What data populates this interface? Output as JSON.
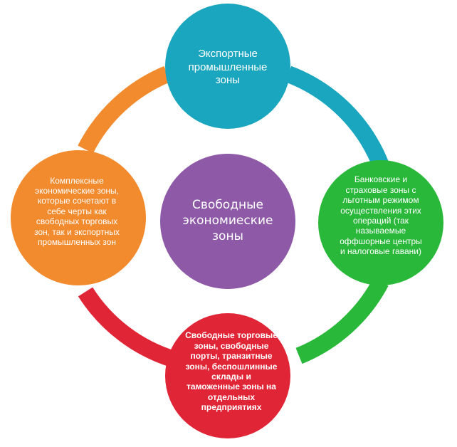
{
  "diagram": {
    "center": {
      "text": "Свободные\nэкономиеские\nзоны",
      "color": "#8e5aa8"
    },
    "top": {
      "text": "Экспортные\nпромышленные\nзоны",
      "color": "#1ba6bf"
    },
    "right": {
      "text": "Банковские и\nстраховые зоны с\nльготным режимом\nосуществления этих\nопераций (так\nназываемые\nоффшорные центры\nи налоговые гавани)",
      "color": "#2ab83a"
    },
    "bottom": {
      "text": "Свободные торговые\nзоны, свободные\nпорты, транзитные\nзоны, беспошлинные\nсклады и\nтаможенные зоны на\nотдельных\nпредприятиях",
      "color": "#e02636"
    },
    "left": {
      "text": "Комплексные\nэкономические зоны,\nкоторые сочетают в\nсебе черты как\nсвободных торговых\nзон, так и экспортных\nпромышленных  зон",
      "color": "#f28a2e"
    },
    "arcs": {
      "top_right": "#1ba6bf",
      "right_bottom": "#2ab83a",
      "bottom_left": "#e02636",
      "left_top": "#f28a2e"
    }
  }
}
